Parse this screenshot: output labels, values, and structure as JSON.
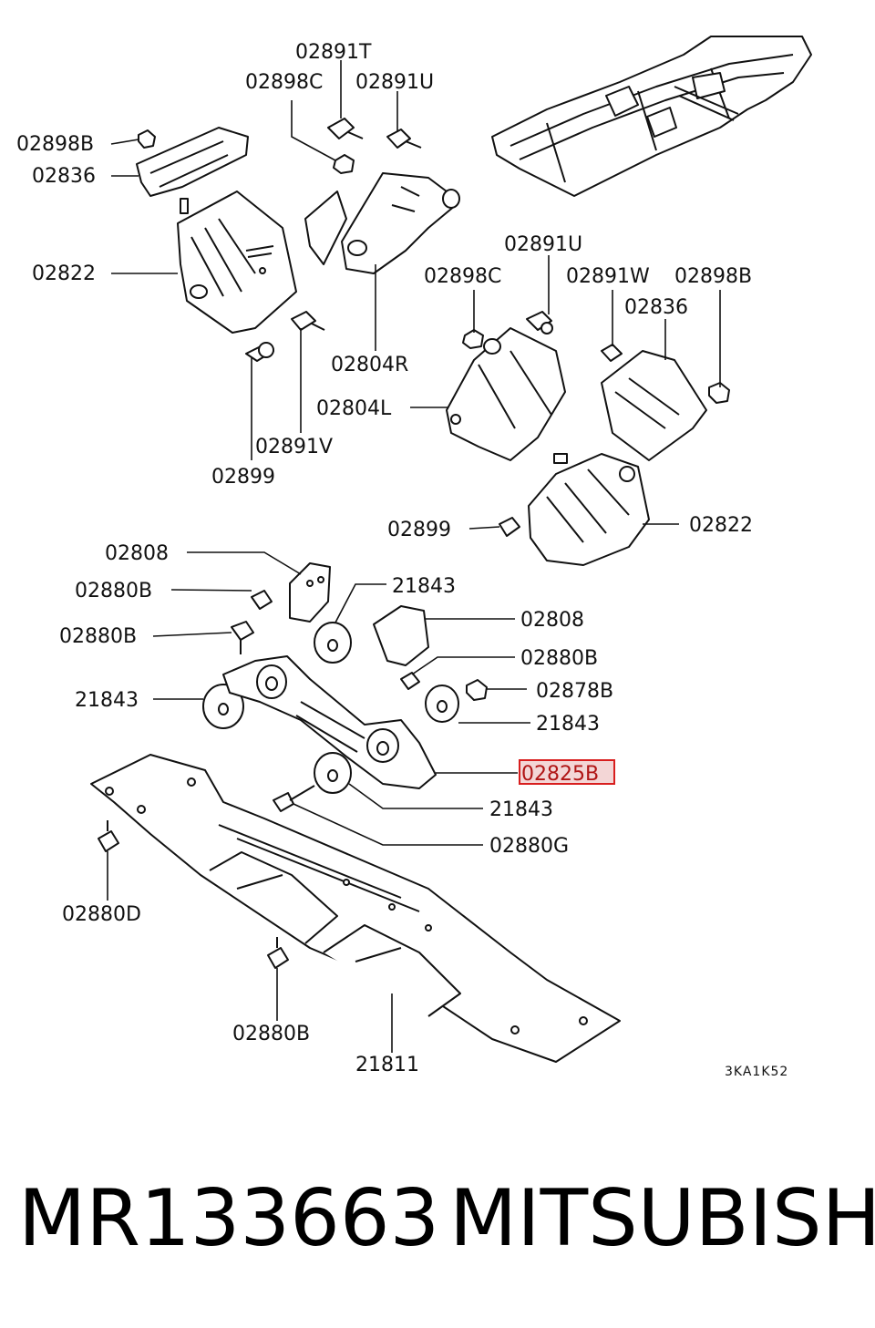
{
  "diagram": {
    "drawing_code": "3KA1K52",
    "highlighted_label": "02825B",
    "labels": [
      "02891T",
      "02898C",
      "02891U",
      "02898B",
      "02836",
      "02822",
      "02804R",
      "02891V",
      "02899",
      "02891U",
      "02898C",
      "02891W",
      "02898B",
      "02836",
      "02804L",
      "02822",
      "02899",
      "02808",
      "02880B",
      "02880B",
      "21843",
      "02808",
      "02880B",
      "02878B",
      "21843",
      "21843",
      "02825B",
      "21843",
      "02880G",
      "02880D",
      "02880B",
      "21811"
    ]
  },
  "footer": {
    "part_number": "MR133663",
    "brand": "MITSUBISHI"
  }
}
